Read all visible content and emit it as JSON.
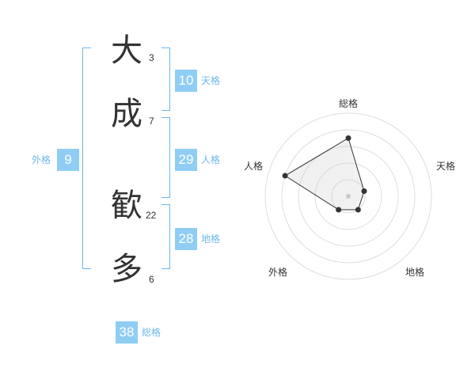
{
  "name": {
    "chars": [
      {
        "char": "大",
        "strokes": "3"
      },
      {
        "char": "成",
        "strokes": "7"
      },
      {
        "char": "歓",
        "strokes": "22"
      },
      {
        "char": "多",
        "strokes": "6"
      }
    ]
  },
  "kaku": {
    "tenkaku": {
      "value": "10",
      "label": "天格"
    },
    "jinkaku": {
      "value": "29",
      "label": "人格"
    },
    "chikaku": {
      "value": "28",
      "label": "地格"
    },
    "gaikaku": {
      "value": "9",
      "label": "外格"
    },
    "soukaku": {
      "value": "38",
      "label": "総格"
    }
  },
  "colors": {
    "accent": "#8fcdf4",
    "accent_text": "#6cb8e8",
    "text": "#333333"
  },
  "chart_data": {
    "type": "radar",
    "axes": [
      "総格",
      "天格",
      "地格",
      "外格",
      "人格"
    ],
    "rmax": 5,
    "values": [
      3.5,
      1.0,
      1.0,
      1.0,
      4.0
    ],
    "rings": 5
  }
}
